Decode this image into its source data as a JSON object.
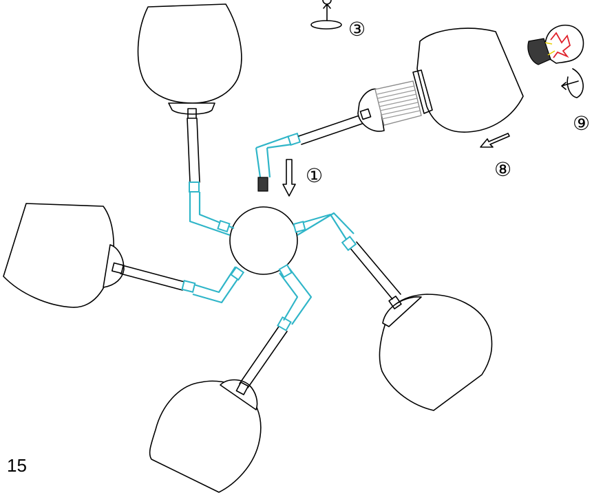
{
  "steps": {
    "s1": "①",
    "s3": "③",
    "s8": "⑧",
    "s9": "⑨"
  },
  "page": {
    "number": "15"
  },
  "colors": {
    "arm_accent": "#2fb5c8",
    "filament_red": "#e0202a",
    "filament_yellow": "#e8d000"
  }
}
